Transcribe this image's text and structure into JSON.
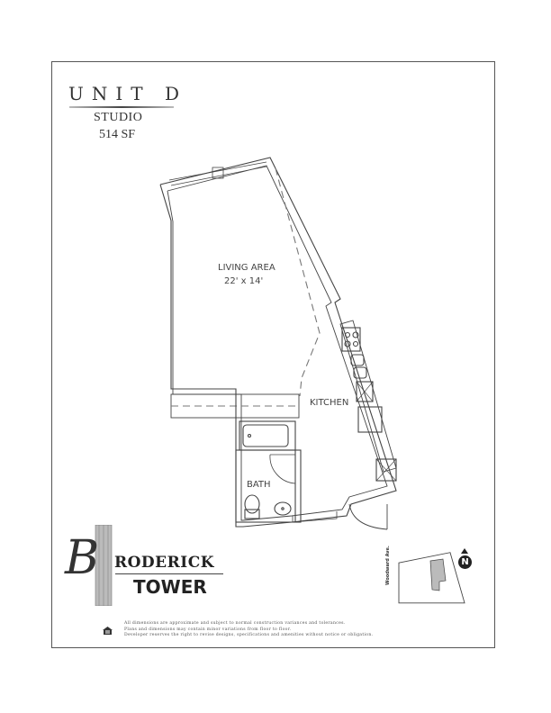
{
  "header": {
    "unit_name": "UNIT D",
    "unit_type": "STUDIO",
    "unit_size": "514 SF"
  },
  "floor_plan": {
    "rooms": [
      {
        "name": "LIVING AREA",
        "dimensions": "22' x 14'"
      },
      {
        "name": "KITCHEN"
      },
      {
        "name": "BATH"
      }
    ]
  },
  "branding": {
    "initial": "B",
    "name_line1": "RODERICK",
    "name_line2": "TOWER"
  },
  "site_map": {
    "street_label": "Woodward Ave.",
    "north_label": "N"
  },
  "disclaimer": {
    "lines": [
      "All dimensions are approximate and subject to normal construction variances and tolerances.",
      "Plans and dimensions may contain minor variations from floor to floor.",
      "Developer reserves the right to revise designs, specifications and amenities without notice or obligation."
    ]
  },
  "icons": {
    "equal_housing": "equal-housing-icon",
    "north_arrow": "north-arrow-icon"
  }
}
